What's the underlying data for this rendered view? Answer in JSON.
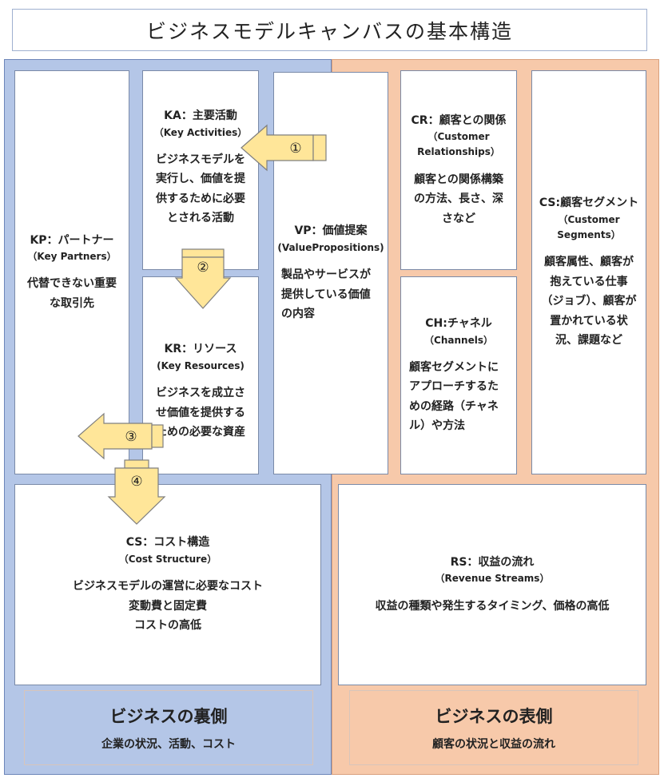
{
  "title": "ビジネスモデルキャンバスの基本構造",
  "colors": {
    "back_panel": "#b4c6e7",
    "front_panel": "#f7c9aa",
    "arrow_fill": "#ffe699",
    "arrow_stroke": "#7f7f7f"
  },
  "kp": {
    "head": "KP：パートナー",
    "sub": "（Key Partners）",
    "body": "代替できない重要な取引先"
  },
  "ka": {
    "head": "KA：主要活動",
    "sub": "（Key Activities）",
    "body": "ビジネスモデルを実行し、価値を提供するために必要とされる活動"
  },
  "kr": {
    "head": "KR：リソース",
    "sub": "(Key Resources)",
    "body": "ビジネスを成立させ価値を提供するための必要な資産"
  },
  "vp": {
    "head": "VP：価値提案",
    "sub": "(ValuePropositions)",
    "body": "製品やサービスが提供している価値の内容"
  },
  "cr": {
    "head": "CR：顧客との関係",
    "sub": "（Customer Relationships）",
    "body": "顧客との関係構築の方法、長さ、深さなど"
  },
  "ch": {
    "head": "CH:チャネル",
    "sub": "（Channels）",
    "body": "顧客セグメントにアプローチするための経路（チャネル）や方法"
  },
  "cs_seg": {
    "head": "CS:顧客セグメント",
    "sub": "（Customer Segments）",
    "body": "顧客属性、顧客が抱えている仕事（ジョブ）、顧客が置かれている状況、課題など"
  },
  "cost": {
    "head": "CS：コスト構造",
    "sub": "（Cost Structure）",
    "body1": "ビジネスモデルの運営に必要なコスト",
    "body2": "変動費と固定費",
    "body3": "コストの高低"
  },
  "rev": {
    "head": "RS：収益の流れ",
    "sub": "（Revenue Streams）",
    "body": "収益の種類や発生するタイミング、価格の高低"
  },
  "back": {
    "title": "ビジネスの裏側",
    "desc": "企業の状況、活動、コスト"
  },
  "front": {
    "title": "ビジネスの表側",
    "desc": "顧客の状況と収益の流れ"
  },
  "arrows": [
    "①",
    "②",
    "③",
    "④"
  ]
}
